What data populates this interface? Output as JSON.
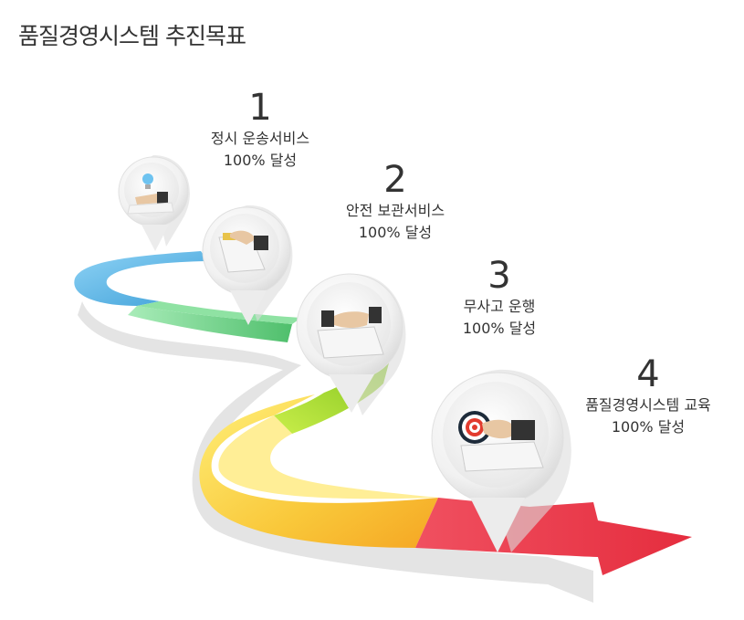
{
  "title": "품질경영시스템 추진목표",
  "steps": [
    {
      "num": "1",
      "line1": "정시 운송서비스",
      "line2": "100% 달성",
      "icon": "lightbulb-hand-icon"
    },
    {
      "num": "2",
      "line1": "안전 보관서비스",
      "line2": "100% 달성",
      "icon": "hand-card-icon"
    },
    {
      "num": "3",
      "line1": "무사고 운행",
      "line2": "100% 달성",
      "icon": "handshake-icon"
    },
    {
      "num": "4",
      "line1": "품질경영시스템 교육",
      "line2": "100% 달성",
      "icon": "target-hand-icon"
    }
  ],
  "colors": {
    "segment1": "#5bb8e8",
    "segment2": "#6fd08a",
    "segment3": "#a4d62c",
    "segment4": "#f5c23a",
    "segment5": "#e8394a",
    "pin": "#f2f2f2"
  }
}
